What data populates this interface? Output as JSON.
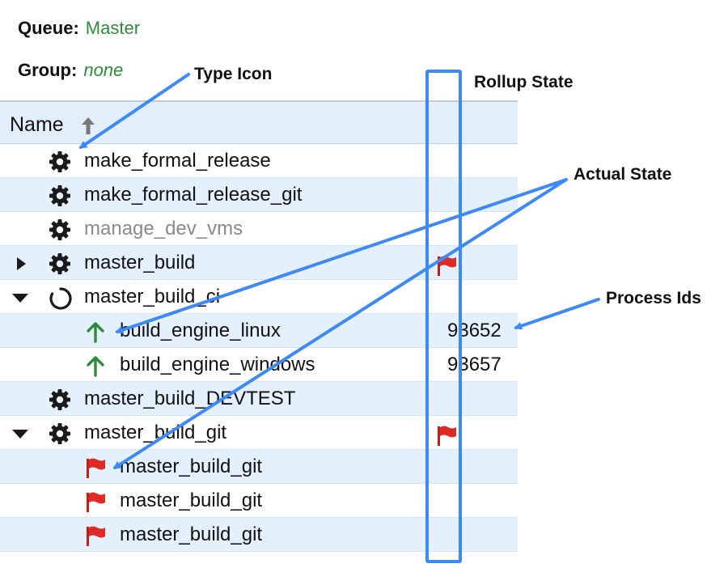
{
  "header": {
    "queue_label": "Queue:",
    "queue_value": "Master",
    "group_label": "Group:",
    "group_value": "none"
  },
  "table": {
    "column_name": "Name",
    "rows": [
      {
        "label": "make_formal_release",
        "icon": "gear-icon",
        "state": "normal"
      },
      {
        "label": "make_formal_release_git",
        "icon": "gear-icon",
        "state": "normal"
      },
      {
        "label": "manage_dev_vms",
        "icon": "gear-icon",
        "state": "disabled"
      },
      {
        "label": "master_build",
        "icon": "gear-icon",
        "twisty": "collapsed",
        "rollup": "red-flag-icon"
      },
      {
        "label": "master_build_ci",
        "icon": "spinner-icon",
        "twisty": "expanded"
      },
      {
        "label": "build_engine_linux",
        "icon": "green-up-arrow-icon",
        "pid": "93652"
      },
      {
        "label": "build_engine_windows",
        "icon": "green-up-arrow-icon",
        "pid": "93657"
      },
      {
        "label": "master_build_DEVTEST",
        "icon": "gear-icon"
      },
      {
        "label": "master_build_git",
        "icon": "gear-icon",
        "twisty": "expanded",
        "rollup": "red-flag-icon"
      },
      {
        "label": "master_build_git",
        "icon": "red-flag-icon"
      },
      {
        "label": "master_build_git",
        "icon": "red-flag-icon"
      },
      {
        "label": "master_build_git",
        "icon": "red-flag-icon"
      }
    ]
  },
  "annotations": {
    "type_icon": "Type Icon",
    "rollup_state": "Rollup State",
    "actual_state": "Actual State",
    "process_ids": "Process Ids"
  },
  "colors": {
    "accent_blue": "#3d8af7",
    "green": "#2e8b3a",
    "flag_red": "#e02a25",
    "row_alt": "#e4f0fc"
  }
}
